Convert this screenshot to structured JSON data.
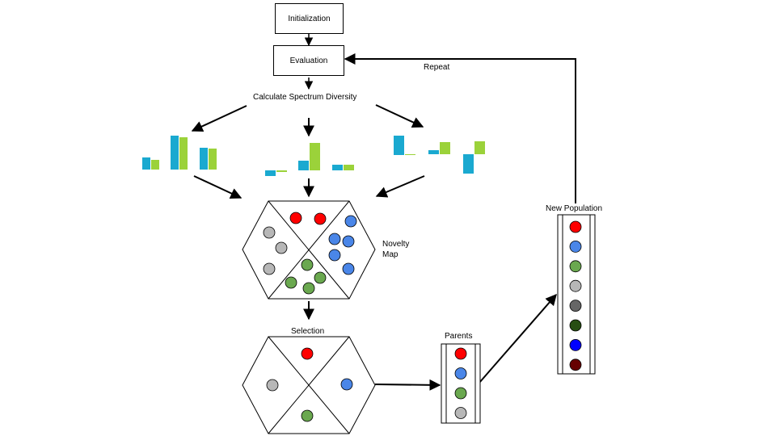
{
  "steps": {
    "initialization": "Initialization",
    "evaluation": "Evaluation",
    "spectrum": "Calculate Spectrum Diversity",
    "selection": "Selection",
    "repeat": "Repeat"
  },
  "novelty_map": {
    "label_line1": "Novelty",
    "label_line2": "Map"
  },
  "parents": {
    "title": "Parents",
    "colors": [
      "#ff0000",
      "#4a86e8",
      "#6aa84f",
      "#b7b7b7"
    ]
  },
  "new_population": {
    "title": "New Population",
    "colors": [
      "#ff0000",
      "#4a86e8",
      "#6aa84f",
      "#b7b7b7",
      "#666666",
      "#274e13",
      "#0000ff",
      "#660000"
    ]
  },
  "palette": {
    "bar_blue": "#1aa9d0",
    "bar_green": "#9bd23a",
    "red": "#ff0000",
    "blue": "#4a86e8",
    "green": "#6aa84f",
    "gray": "#b7b7b7"
  }
}
